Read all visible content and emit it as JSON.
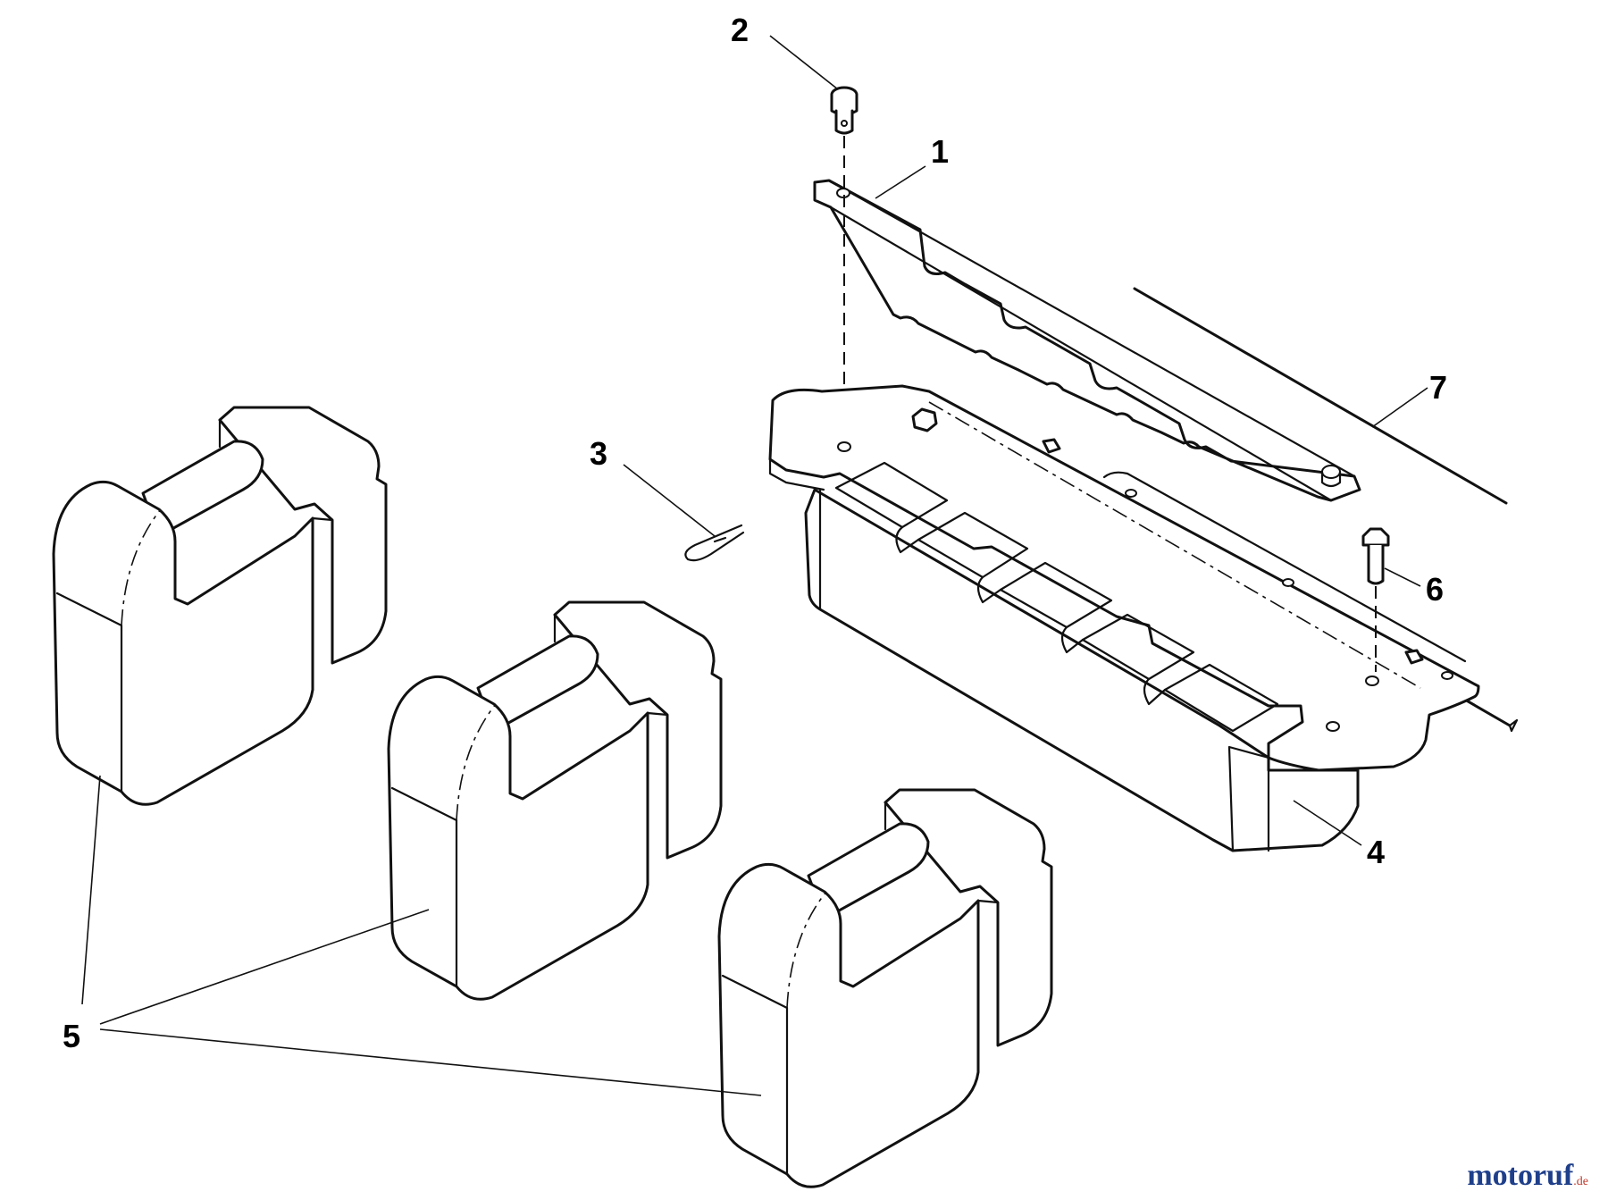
{
  "callouts": [
    {
      "id": "1",
      "label": "1"
    },
    {
      "id": "2",
      "label": "2"
    },
    {
      "id": "3",
      "label": "3"
    },
    {
      "id": "4",
      "label": "4"
    },
    {
      "id": "5",
      "label": "5"
    },
    {
      "id": "6",
      "label": "6"
    },
    {
      "id": "7",
      "label": "7"
    }
  ],
  "watermark": {
    "main": "motoruf",
    "suffix": ".de"
  },
  "colors": {
    "line": "#111111",
    "background": "#ffffff",
    "watermark_blue": "#1f3f8a",
    "watermark_red": "#c0392b"
  }
}
